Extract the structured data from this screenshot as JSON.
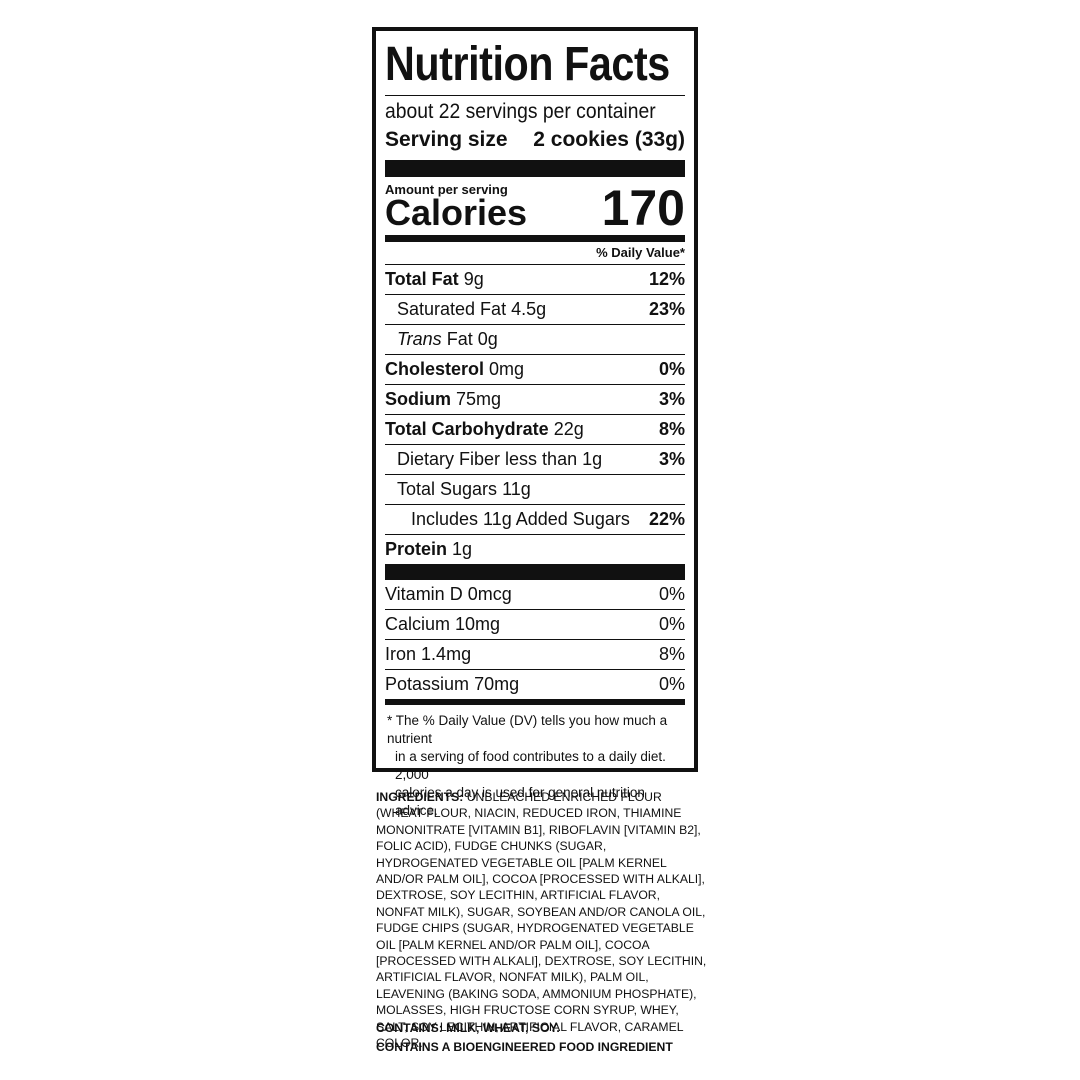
{
  "panel": {
    "title": "Nutrition Facts",
    "servings_per_container": "about 22 servings per container",
    "serving_size_label": "Serving size",
    "serving_size_value": "2 cookies (33g)",
    "amount_per_serving": "Amount per serving",
    "calories_label": "Calories",
    "calories_value": "170",
    "dv_header": "% Daily Value*",
    "nutrients": [
      {
        "name": "Total Fat",
        "amount": "9g",
        "dv": "12%"
      },
      {
        "name": "Saturated Fat",
        "amount": "4.5g",
        "dv": "23%"
      },
      {
        "name": "Trans",
        "name_suffix": "Fat",
        "amount": "0g",
        "dv": ""
      },
      {
        "name": "Cholesterol",
        "amount": "0mg",
        "dv": "0%"
      },
      {
        "name": "Sodium",
        "amount": "75mg",
        "dv": "3%"
      },
      {
        "name": "Total Carbohydrate",
        "amount": "22g",
        "dv": "8%"
      },
      {
        "name": "Dietary Fiber",
        "amount": "less than 1g",
        "dv": "3%"
      },
      {
        "name": "Total Sugars",
        "amount": "11g",
        "dv": ""
      },
      {
        "name": "Includes 11g Added Sugars",
        "amount": "",
        "dv": "22%"
      },
      {
        "name": "Protein",
        "amount": "1g",
        "dv": ""
      }
    ],
    "vitamins": [
      {
        "name": "Vitamin D",
        "amount": "0mcg",
        "dv": "0%"
      },
      {
        "name": "Calcium",
        "amount": "10mg",
        "dv": "0%"
      },
      {
        "name": "Iron",
        "amount": "1.4mg",
        "dv": "8%"
      },
      {
        "name": "Potassium",
        "amount": "70mg",
        "dv": "0%"
      }
    ],
    "footnote_line1": "* The % Daily Value (DV) tells you how much a nutrient",
    "footnote_line2": "in a serving of food contributes to a daily diet. 2,000",
    "footnote_line3": "calories a day is used for general nutrition advice."
  },
  "ingredients": {
    "label": "INGREDIENTS:",
    "text": "UNBLEACHED ENRICHED FLOUR (WHEAT FLOUR, NIACIN, REDUCED IRON, THIAMINE MONONITRATE [VITAMIN B1], RIBOFLAVIN [VITAMIN B2], FOLIC ACID), FUDGE CHUNKS (SUGAR, HYDROGENATED VEGETABLE OIL [PALM KERNEL AND/OR PALM OIL], COCOA [PROCESSED WITH ALKALI], DEXTROSE, SOY LECITHIN, ARTIFICIAL FLAVOR, NONFAT MILK), SUGAR, SOYBEAN AND/OR CANOLA OIL, FUDGE CHIPS (SUGAR, HYDROGENATED VEGETABLE OIL [PALM KERNEL AND/OR PALM OIL], COCOA [PROCESSED WITH ALKALI], DEXTROSE, SOY LECITHIN, ARTIFICIAL FLAVOR, NONFAT MILK), PALM OIL, LEAVENING (BAKING SODA, AMMONIUM PHOSPHATE), MOLASSES, HIGH FRUCTOSE CORN SYRUP, WHEY, SALT, SOY LECITHIN, ARTIFICIAL FLAVOR, CARAMEL COLOR.",
    "contains": "CONTAINS: MILK, WHEAT, SOY.",
    "bioengineered": "CONTAINS A BIOENGINEERED FOOD INGREDIENT"
  }
}
